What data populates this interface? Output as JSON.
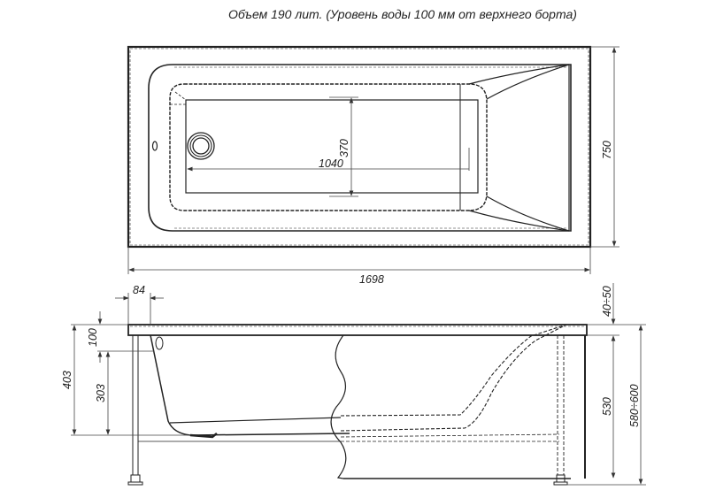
{
  "title": "Объем 190 лит. (Уровень воды 100 мм от верхнего борта)",
  "top_view": {
    "dimensions": {
      "length": "1698",
      "width": "750",
      "inner_length": "1040",
      "inner_width": "370"
    }
  },
  "side_view": {
    "dimensions": {
      "rim_offset": "84",
      "water_level": "100",
      "depth_to_bottom": "303",
      "total_depth": "403",
      "rim_thickness": "40÷50",
      "panel_height": "530",
      "total_height": "580÷600"
    }
  },
  "colors": {
    "line": "#222222",
    "dim_line": "#555555",
    "background": "#ffffff"
  }
}
